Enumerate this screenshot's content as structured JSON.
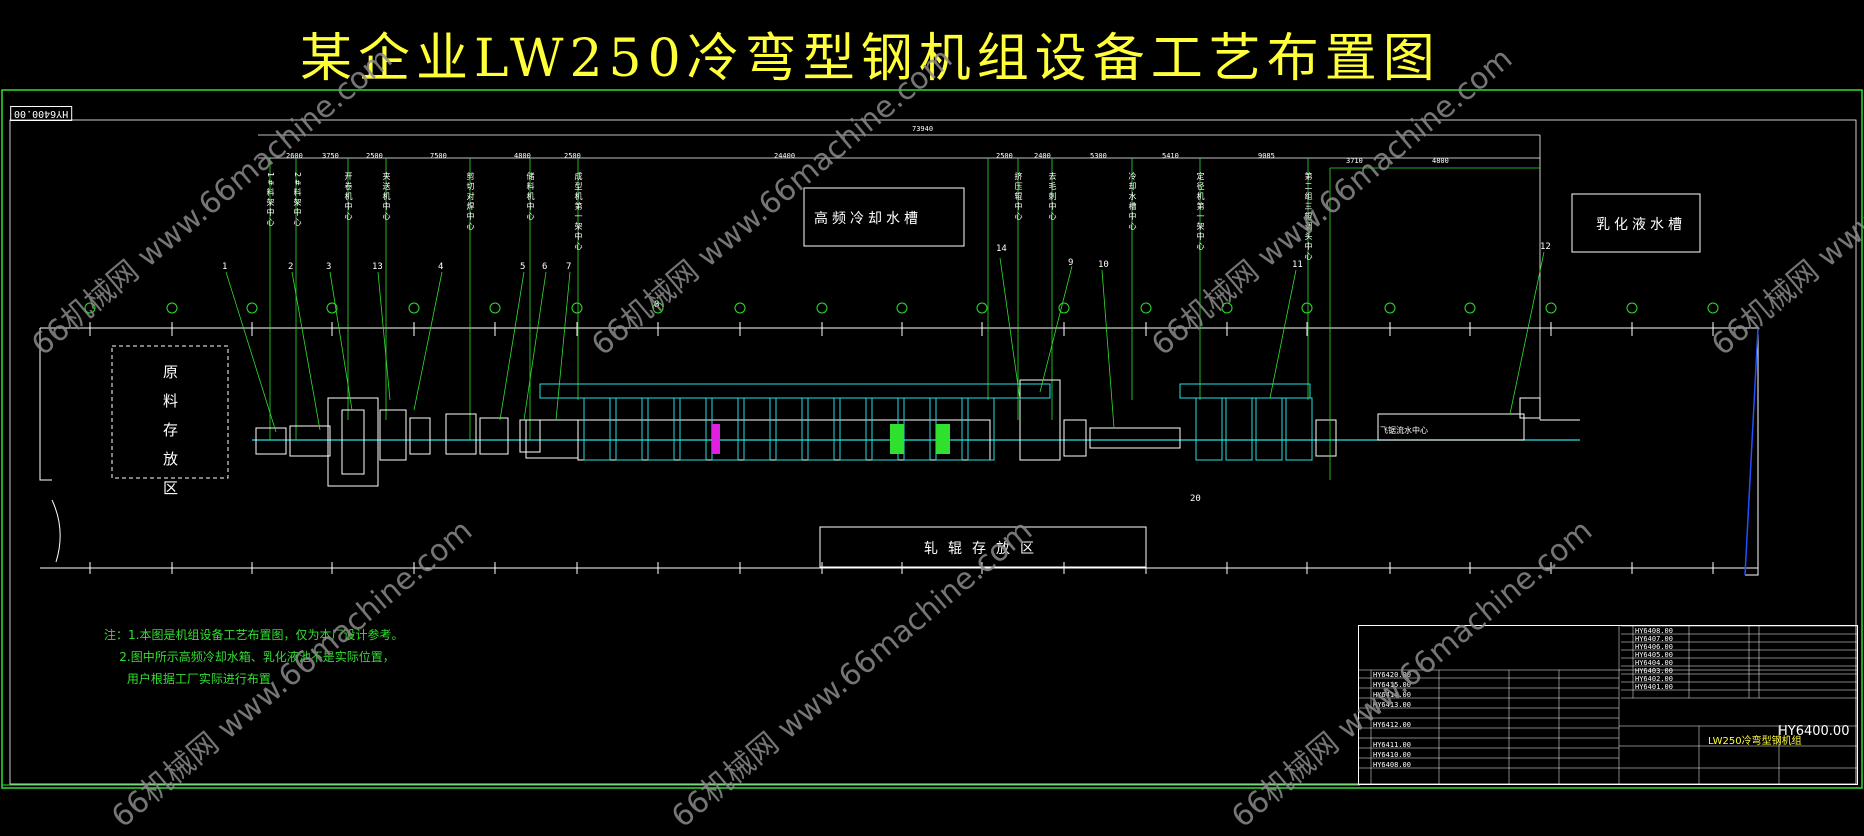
{
  "title": "某企业LW250冷弯型钢机组设备工艺布置图",
  "drawing_no": "HY6400.00",
  "areas": {
    "raw_material": "原料存放区",
    "roll_storage": "轧辊存放区",
    "hf_cooling": "高频冷却水槽",
    "emulsion": "乳化液水槽",
    "flying_saw_center": "飞锯流水中心"
  },
  "station_labels": [
    "1#料架中心",
    "2#料架中心",
    "开卷机中心",
    "夹送机中心",
    "剪切对焊中心",
    "储料机中心",
    "成型机第一架中心",
    "挤压辊中心",
    "去毛刺中心",
    "冷却水槽中心",
    "定径机第一架中心",
    "第二组三辊调头中心"
  ],
  "callouts": [
    "1",
    "2",
    "3",
    "13",
    "4",
    "5",
    "6",
    "7",
    "8",
    "14",
    "9",
    "10",
    "11",
    "12",
    "20"
  ],
  "dims_top": [
    "2600",
    "3750",
    "2500",
    "7500",
    "4800",
    "2500",
    "24400",
    "2500",
    "2400",
    "5300",
    "5410",
    "9085",
    "3710",
    "4800"
  ],
  "overall_dim": "73940",
  "notes": [
    "注：1.本图是机组设备工艺布置图，仅为本厂设计参考。",
    "    2.图中所示高频冷却水箱、乳化液池不是实际位置，",
    "      用户根据工厂实际进行布置"
  ],
  "titleblock": {
    "model": "HY6400.00",
    "name": "LW250冷弯型钢机组",
    "rows": [
      "HY6420.00",
      "HY6415.00",
      "HY6414.00",
      "HY6413.00",
      "HY6412.00",
      "HY6411.00",
      "HY6410.00",
      "HY6408.00"
    ],
    "rows_right": [
      "HY6408.00",
      "HY6407.00",
      "HY6406.00",
      "HY6405.00",
      "HY6404.00",
      "HY6403.00",
      "HY6402.00",
      "HY6401.00"
    ]
  },
  "watermark": "66机械网 www.66machine.com",
  "colors": {
    "title": "#ffff3a",
    "frame": "#2fe02f",
    "lines": "#ffffff",
    "green": "#2fe02f",
    "cyan": "#28e0e0",
    "magenta": "#e020e0"
  }
}
